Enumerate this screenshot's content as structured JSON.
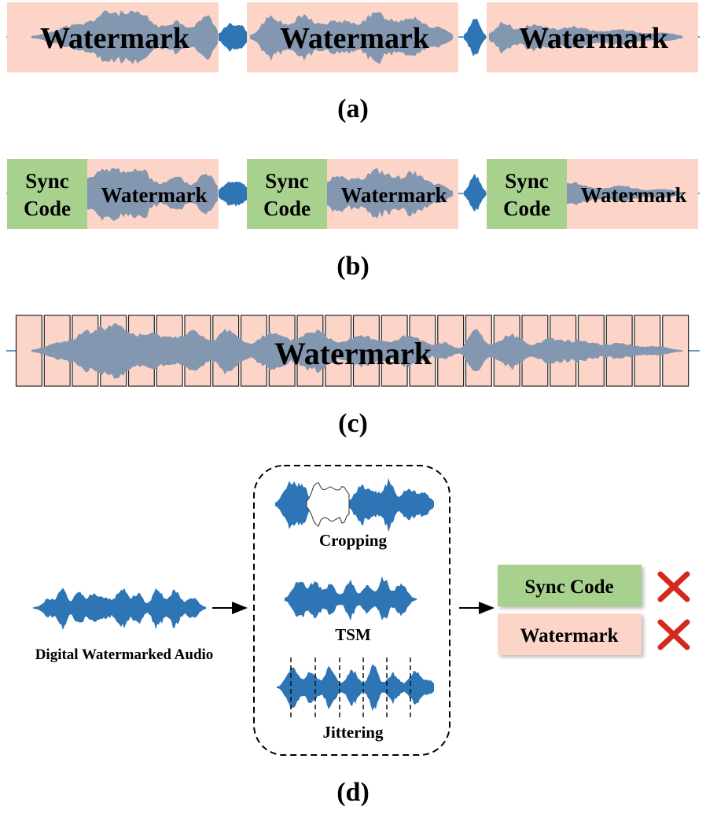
{
  "panels": {
    "a": {
      "caption": "(a)",
      "segment_labels": [
        "Watermark",
        "Watermark",
        "Watermark"
      ]
    },
    "b": {
      "caption": "(b)",
      "segments": [
        {
          "sync_line1": "Sync",
          "sync_line2": "Code",
          "watermark": "Watermark"
        },
        {
          "sync_line1": "Sync",
          "sync_line2": "Code",
          "watermark": "Watermark"
        },
        {
          "sync_line1": "Sync",
          "sync_line2": "Code",
          "watermark": "Watermark"
        }
      ]
    },
    "c": {
      "caption": "(c)",
      "label": "Watermark",
      "frame_count": 24
    },
    "d": {
      "caption": "(d)",
      "input_label": "Digital Watermarked Audio",
      "attacks": [
        "Cropping",
        "TSM",
        "Jittering"
      ],
      "outputs": [
        {
          "label": "Sync Code",
          "status": "failed"
        },
        {
          "label": "Watermark",
          "status": "failed"
        }
      ]
    }
  },
  "colors": {
    "watermark_fill": "#fcd5c8",
    "sync_fill": "#a9d18e",
    "wave_blue": "#2e75b6",
    "wave_overlay": "#8497b0",
    "cross_red": "#d42a1e",
    "text": "#000000"
  }
}
